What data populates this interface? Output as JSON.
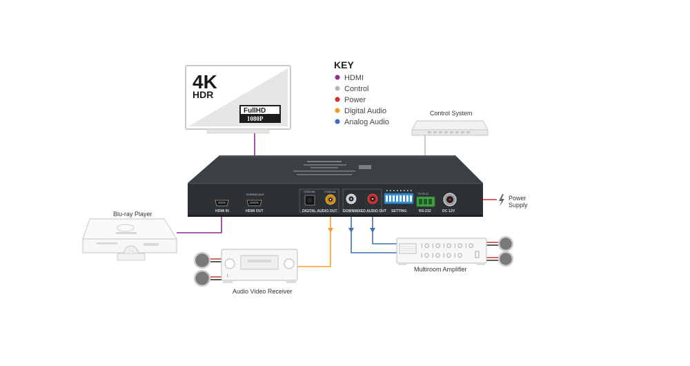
{
  "key": {
    "title": "KEY",
    "items": [
      {
        "label": "HDMI",
        "color": "#8e2f93"
      },
      {
        "label": "Control",
        "color": "#b7b7b7"
      },
      {
        "label": "Power",
        "color": "#d32f2f"
      },
      {
        "label": "Digital Audio",
        "color": "#f39c2b"
      },
      {
        "label": "Analog Audio",
        "color": "#3a72b8"
      }
    ]
  },
  "tv": {
    "badge_4k": "4K",
    "badge_hdr": "HDR",
    "badge_fullhd": "FullHD",
    "badge_1080p": "1080P"
  },
  "devices": {
    "control_system": "Control System",
    "bluray": "Blu-ray Player",
    "receiver": "Audio Video Receiver",
    "amplifier": "Multiroom Amplifier",
    "power_supply_line1": "Power",
    "power_supply_line2": "Supply"
  },
  "ports": {
    "hdmi_in": "HDMI IN",
    "hdmi_out": "HDMI OUT",
    "downscale": "DOWNSCALE",
    "toslink": "TOSLINK",
    "coaxial": "COAXIAL",
    "digital_audio_out": "DIGITAL AUDIO OUT",
    "downmixed_audio_out": "DOWNMIXED AUDIO OUT",
    "setting": "SETTING",
    "rs232": "RS-232",
    "rs232_pins": "TX  RX  G",
    "dc12v": "DC 12V"
  },
  "colors": {
    "hdmi": "#8e2f93",
    "control": "#b7b7b7",
    "power": "#d32f2f",
    "digital_audio": "#f39c2b",
    "analog_audio": "#3a72b8",
    "device_body": "#2d3134",
    "dip_switch": "#2f8fd8",
    "terminal": "#4caf50"
  }
}
